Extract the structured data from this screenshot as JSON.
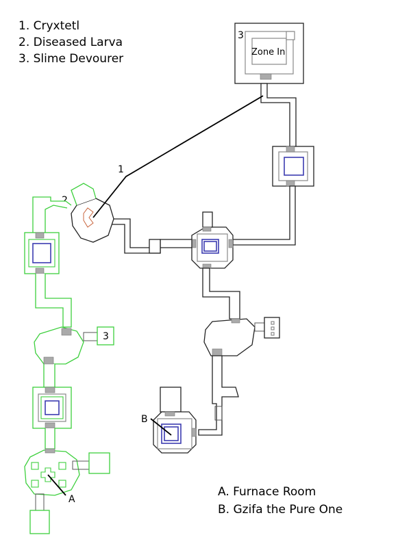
{
  "legend_numbers": [
    {
      "num": "1.",
      "name": "Cryxtetl"
    },
    {
      "num": "2.",
      "name": "Diseased Larva"
    },
    {
      "num": "3.",
      "name": "Slime Devourer"
    }
  ],
  "legend_letters": [
    {
      "letter": "A.",
      "name": "Furnace Room"
    },
    {
      "letter": "B.",
      "name": "Gzifa the Pure One"
    }
  ],
  "map": {
    "zone_in_label": "Zone In",
    "markers": {
      "one": "1",
      "two": "2",
      "three_box": "3",
      "three_zone": "3",
      "a": "A",
      "b": "B"
    },
    "colors": {
      "walls": "#222222",
      "green_area": "#3ccf3c",
      "center_square": "#3b3bb0",
      "doorway": "#aaaaaa",
      "larva_detail": "#c8643c"
    }
  }
}
